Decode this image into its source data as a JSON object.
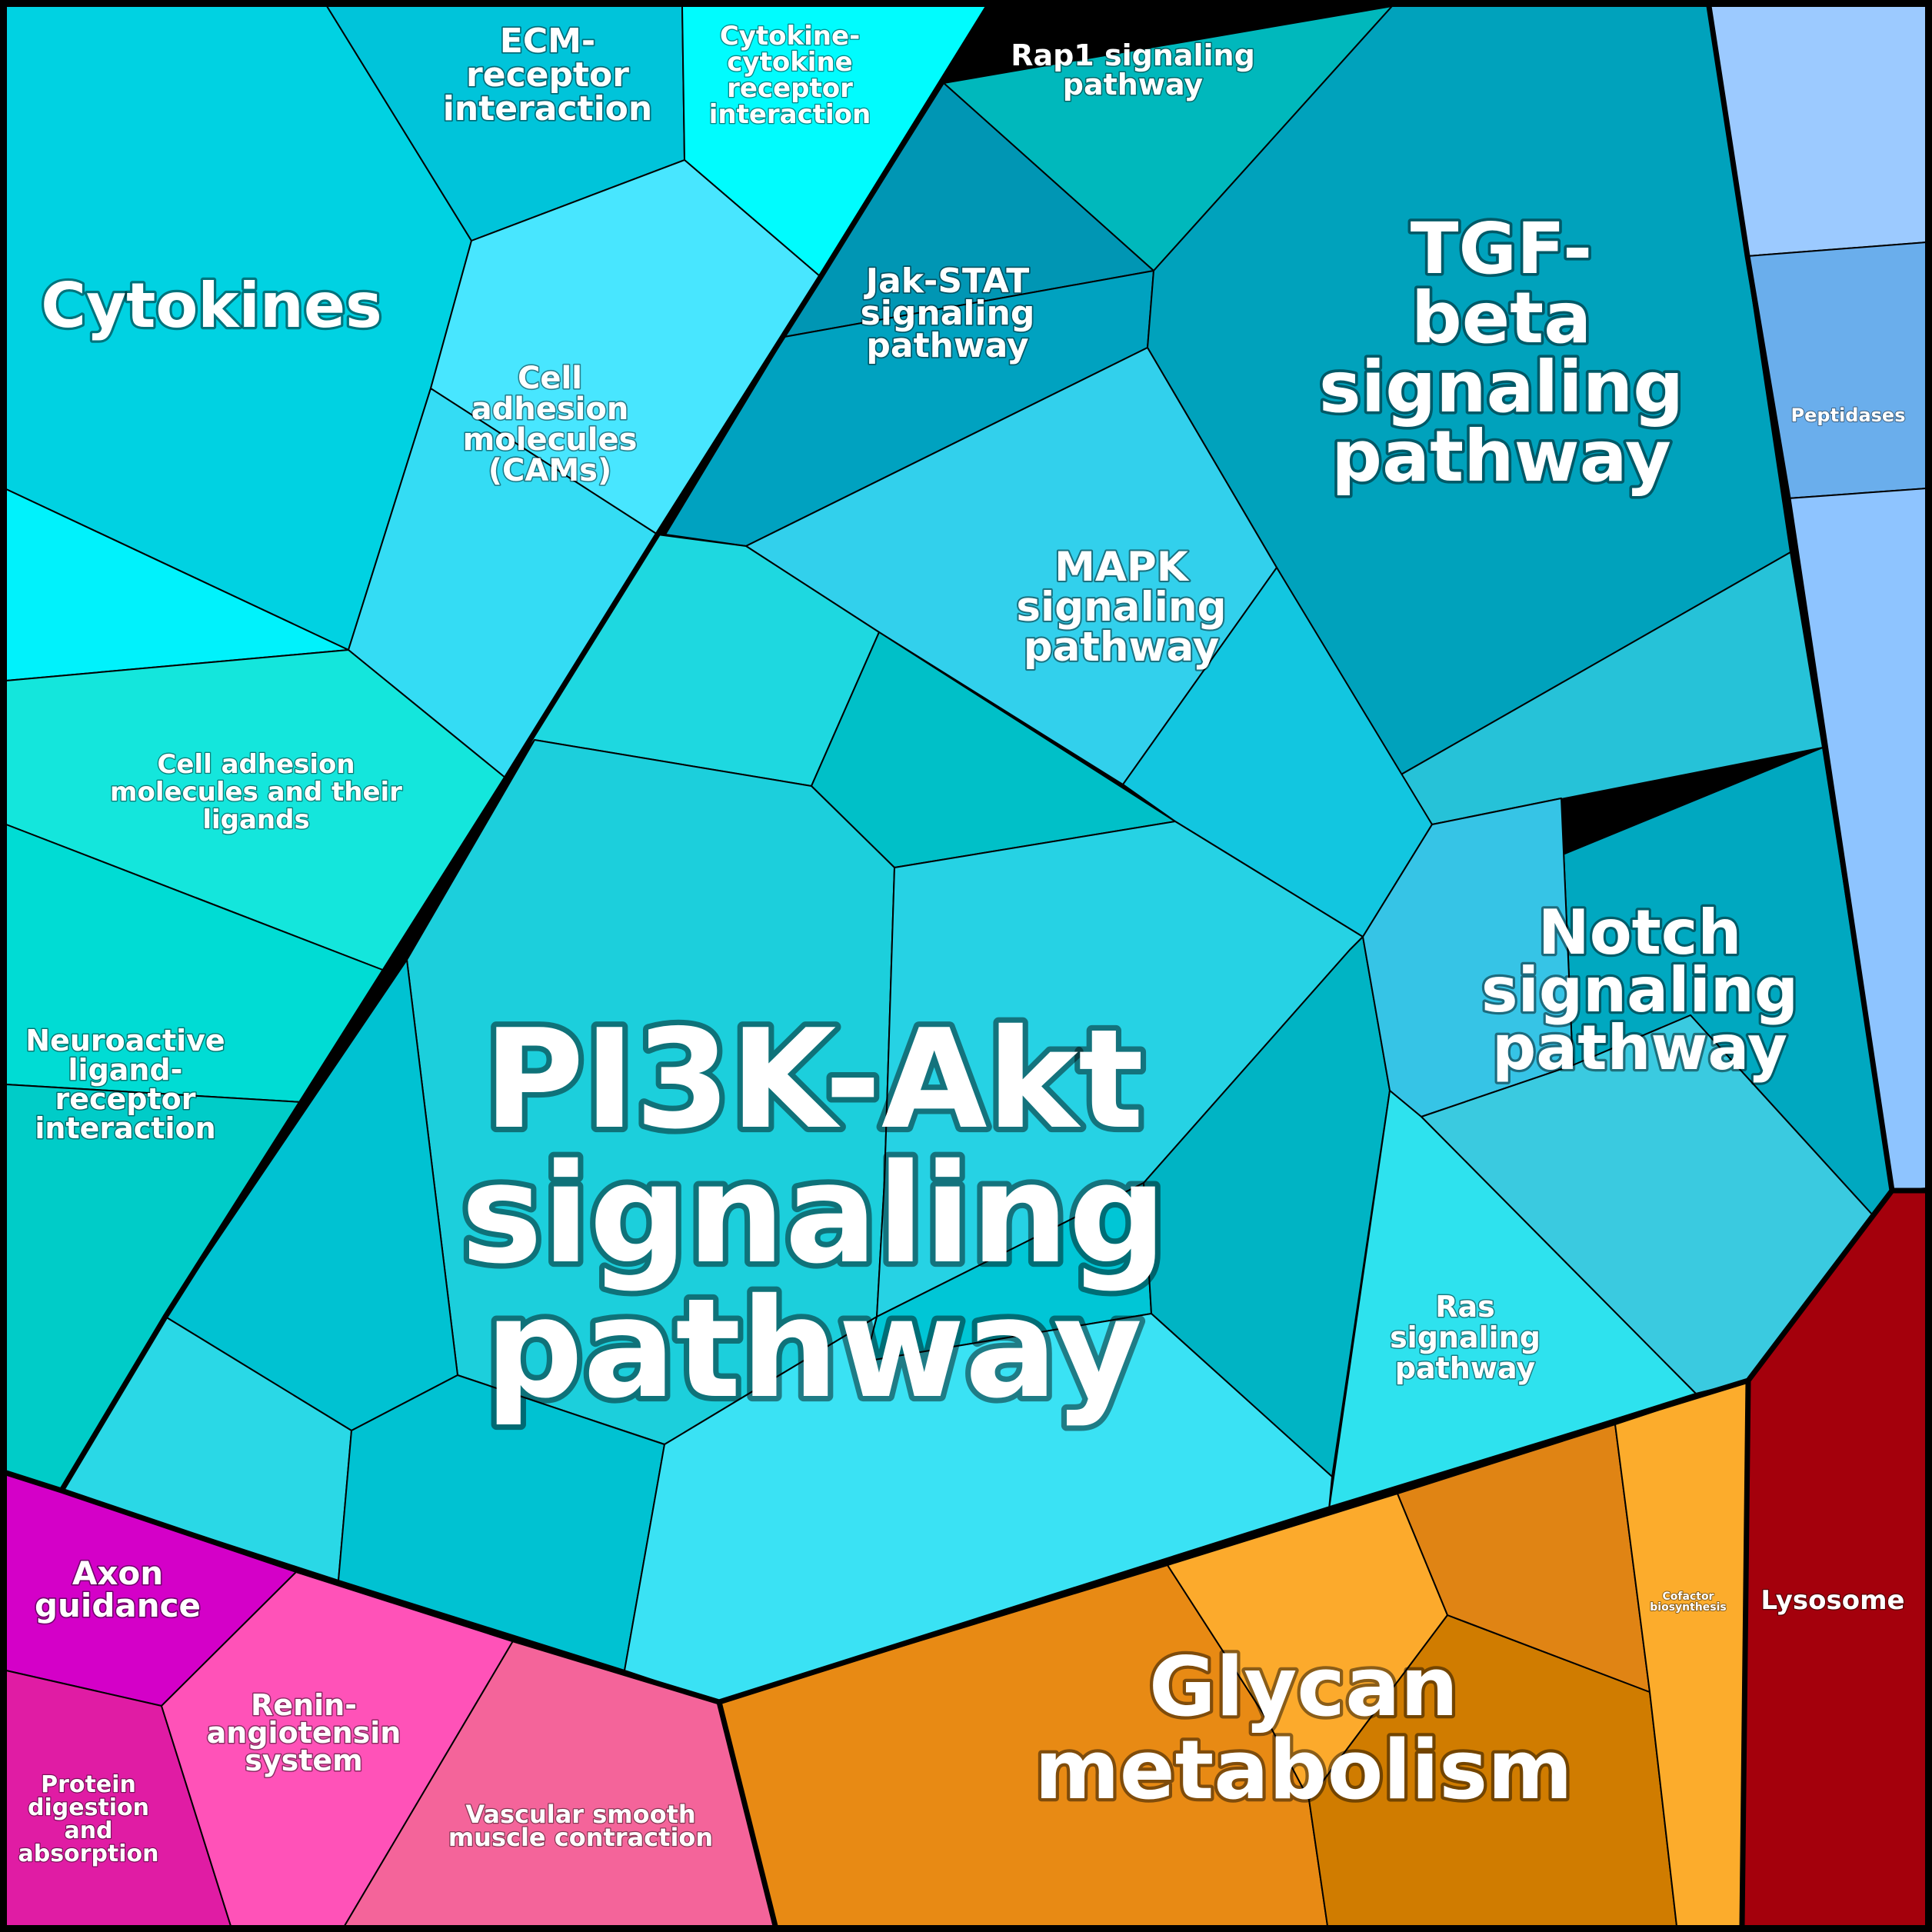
{
  "title": "",
  "colors": {
    "signaling": "#14c8da",
    "interaction": "#00e0d8",
    "glycan": "#e88a14",
    "lysosome": "#a4000c",
    "peptidases": "#8ec4ff",
    "axon": "#d400c8",
    "pink": "#ff52b8"
  },
  "labels": {
    "pi3k": [
      "PI3K-Akt",
      "signaling",
      "pathway"
    ],
    "tgf": [
      "TGF-",
      "beta",
      "signaling",
      "pathway"
    ],
    "notch": [
      "Notch",
      "signaling",
      "pathway"
    ],
    "cytokines": [
      "Cytokines"
    ],
    "glycan": [
      "Glycan",
      "metabolism"
    ],
    "ecm": [
      "ECM-",
      "receptor",
      "interaction"
    ],
    "cytokine_cytokine": [
      "Cytokine-",
      "cytokine",
      "receptor",
      "interaction"
    ],
    "rap1": [
      "Rap1 signaling",
      "pathway"
    ],
    "jak": [
      "Jak-STAT",
      "signaling",
      "pathway"
    ],
    "cams": [
      "Cell",
      "adhesion",
      "molecules",
      "(CAMs)"
    ],
    "mapk": [
      "MAPK",
      "signaling",
      "pathway"
    ],
    "cell_adhesion_ligands": [
      "Cell adhesion",
      "molecules and their",
      "ligands"
    ],
    "neuroactive": [
      "Neuroactive",
      "ligand-",
      "receptor",
      "interaction"
    ],
    "ras": [
      "Ras",
      "signaling",
      "pathway"
    ],
    "peptidases": [
      "Peptidases"
    ],
    "axon": [
      "Axon",
      "guidance"
    ],
    "renin": [
      "Renin-",
      "angiotensin",
      "system"
    ],
    "protein_digestion": [
      "Protein",
      "digestion",
      "and",
      "absorption"
    ],
    "vascular": [
      "Vascular smooth",
      "muscle contraction"
    ],
    "cofactor": [
      "Cofactor",
      "biosynthesis"
    ],
    "lysosome": [
      "Lysosome"
    ]
  }
}
